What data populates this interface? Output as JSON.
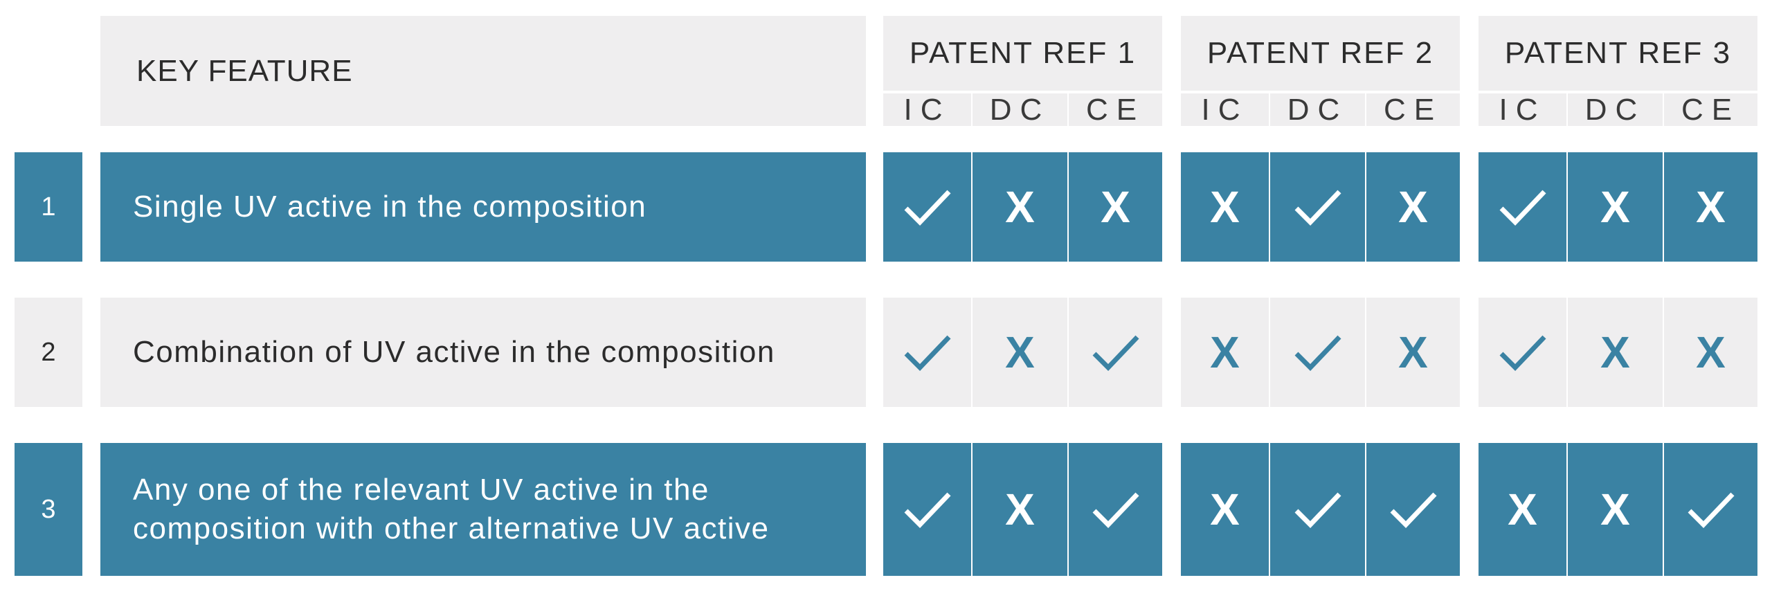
{
  "header": {
    "key_feature": "KEY FEATURE",
    "patents": [
      {
        "title": "PATENT REF 1",
        "cols": [
          "IC",
          "DC",
          "CE"
        ]
      },
      {
        "title": "PATENT REF 2",
        "cols": [
          "IC",
          "DC",
          "CE"
        ]
      },
      {
        "title": "PATENT REF 3",
        "cols": [
          "IC",
          "DC",
          "CE"
        ]
      }
    ]
  },
  "rows": [
    {
      "number": "1",
      "feature": "Single UV active in the composition",
      "style": "teal",
      "marks": [
        "check",
        "x",
        "x",
        "x",
        "check",
        "x",
        "check",
        "x",
        "x"
      ]
    },
    {
      "number": "2",
      "feature": "Combination of UV active in the composition",
      "style": "gray",
      "marks": [
        "check",
        "x",
        "check",
        "x",
        "check",
        "x",
        "check",
        "x",
        "x"
      ]
    },
    {
      "number": "3",
      "feature": "Any one of the relevant UV active in the composition with other alternative UV active",
      "style": "teal",
      "marks": [
        "check",
        "x",
        "check",
        "x",
        "check",
        "check",
        "x",
        "x",
        "check"
      ]
    }
  ],
  "symbols": {
    "x_label": "X",
    "check_icon": "check-icon"
  },
  "colors": {
    "teal": "#3a82a3",
    "gray": "#efeeef",
    "white": "#ffffff"
  }
}
